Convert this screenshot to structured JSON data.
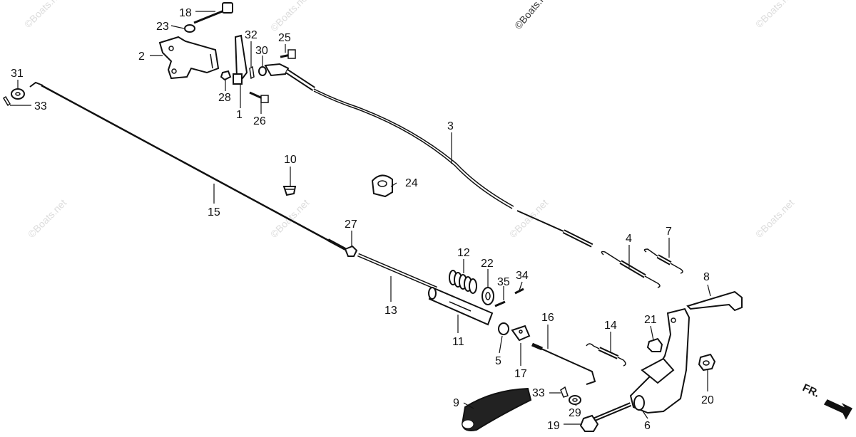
{
  "diagram": {
    "callouts": [
      "1",
      "2",
      "3",
      "4",
      "5",
      "6",
      "7",
      "8",
      "9",
      "10",
      "11",
      "12",
      "13",
      "14",
      "15",
      "16",
      "17",
      "18",
      "19",
      "20",
      "21",
      "22",
      "23",
      "24",
      "25",
      "26",
      "27",
      "28",
      "29",
      "30",
      "31",
      "32",
      "33",
      "33",
      "34",
      "35"
    ],
    "direction_marker": "FR.",
    "watermark_text": "©Boats.net"
  }
}
